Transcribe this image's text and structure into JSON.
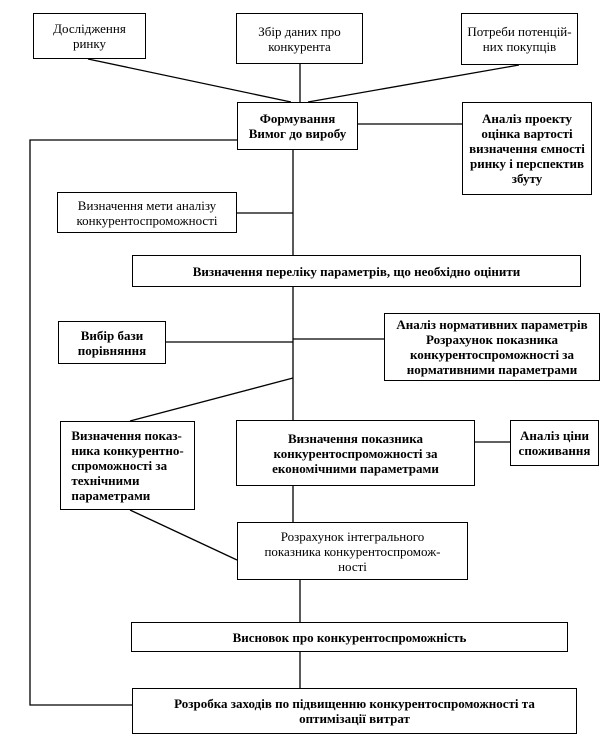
{
  "boxes": {
    "market_research": "Дослідження\nринку",
    "competitor_data": "Збір даних про\nконкурента",
    "customer_needs": "Потреби потенцій-\nних покупців",
    "requirements": "Формування\nВимог до виробу",
    "project_analysis": "Аналіз проекту\nоцінка вартості\nвизначення ємності\nринку і перспектив\nзбуту",
    "analysis_goal": "Визначення мети аналізу\nконкурентоспроможності",
    "parameters_list": "Визначення переліку параметрів, що необхідно оцінити",
    "comparison_base": "Вибір бази\nпорівняння",
    "normative_analysis": "Аналіз нормативних параметрів\nРозрахунок показника\nконкурентоспроможності за\nнормативними параметрами",
    "technical_index": "Визначення показ-\nника конкурентно-\nспроможності за\nтехнічними\nпараметрами",
    "economic_index": "Визначення показника\nконкурентоспроможності за\nекономічними параметрами",
    "price_analysis": "Аналіз ціни\nспоживання",
    "integral_index": "Розрахунок інтегрального\nпоказника конкурентоспромож-\nності",
    "conclusion": "Висновок про конкурентоспроможність",
    "measures": "Розробка заходів по підвищенню конкурентоспроможності та\nоптимізації витрат"
  }
}
